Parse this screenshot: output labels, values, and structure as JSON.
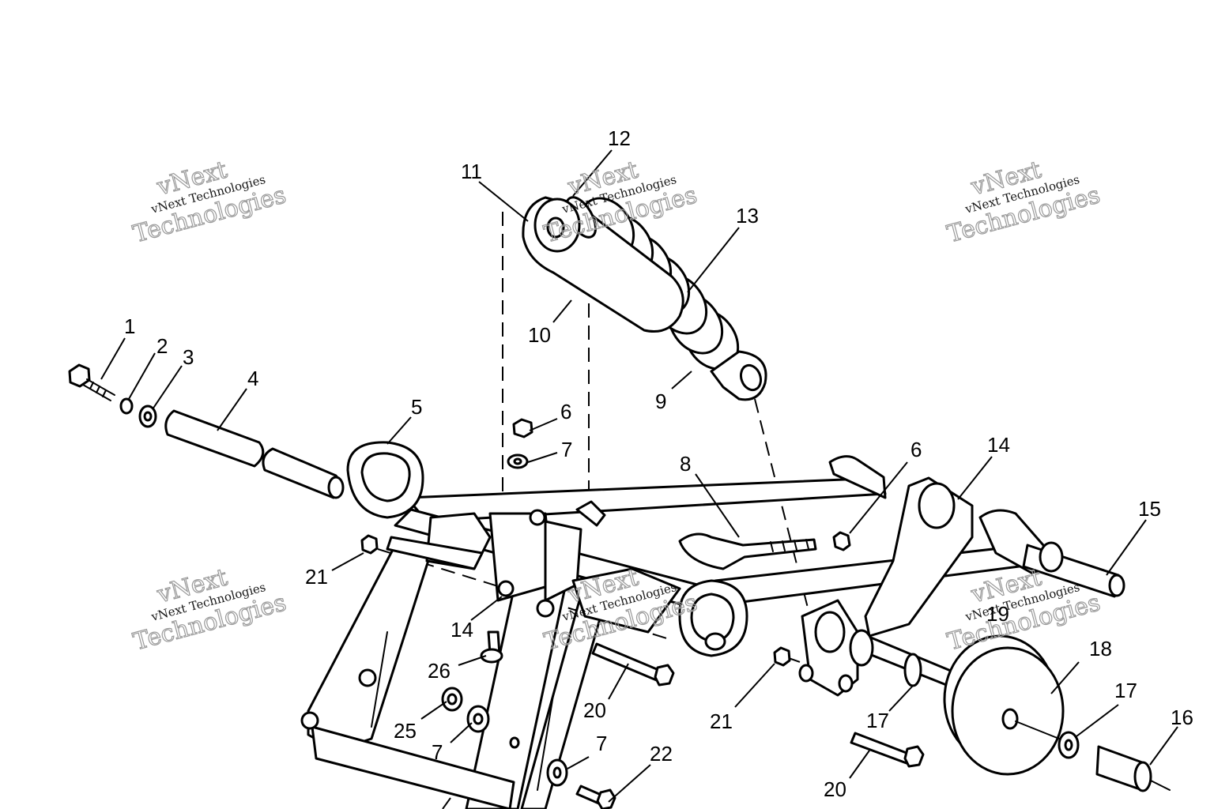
{
  "callouts": [
    "1",
    "2",
    "3",
    "4",
    "5",
    "6",
    "7",
    "8",
    "9",
    "10",
    "11",
    "12",
    "13",
    "14",
    "15",
    "16",
    "17",
    "18",
    "19",
    "20",
    "21",
    "22",
    "25",
    "26"
  ],
  "watermark": {
    "line1": "vNext",
    "line2": "vNext Technologies",
    "line3": "Technologies"
  },
  "colors": {
    "line": "#000000",
    "background": "#ffffff",
    "watermark_outline": "#9a9a9a"
  }
}
